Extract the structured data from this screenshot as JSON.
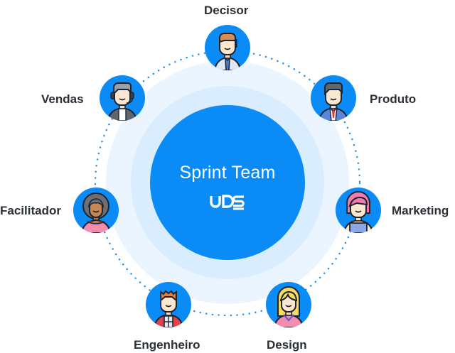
{
  "center": {
    "title": "Sprint Team",
    "logo_text": "UDS"
  },
  "colors": {
    "primary": "#0a8bf5",
    "ring_outer": "#eaf5ff",
    "ring_mid": "#d9edff",
    "label": "#2a2f36",
    "dot": "#1b8ef0"
  },
  "roles": [
    {
      "label": "Decisor",
      "icon": "businessman-tie-icon"
    },
    {
      "label": "Produto",
      "icon": "manager-suit-icon"
    },
    {
      "label": "Marketing",
      "icon": "woman-pink-hair-icon"
    },
    {
      "label": "Design",
      "icon": "woman-blonde-icon"
    },
    {
      "label": "Engenheiro",
      "icon": "engineer-icon"
    },
    {
      "label": "Facilitador",
      "icon": "woman-curly-hair-icon"
    },
    {
      "label": "Vendas",
      "icon": "salesman-headset-icon"
    }
  ]
}
